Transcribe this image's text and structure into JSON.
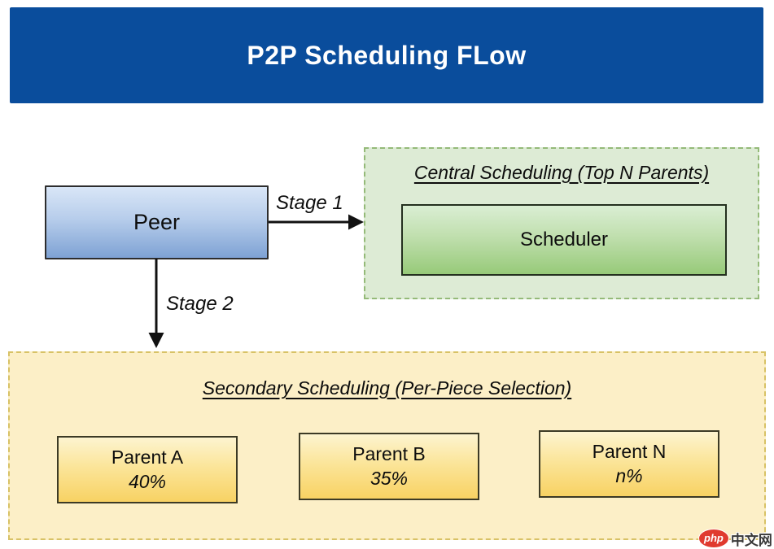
{
  "header": {
    "title": "P2P Scheduling FLow",
    "bg_color": "#0a4d9c",
    "text_color": "#ffffff"
  },
  "flow": {
    "peer_label": "Peer",
    "stage1_label": "Stage 1",
    "stage2_label": "Stage 2",
    "peer_gradient_top": "#d9e6f7",
    "peer_gradient_bottom": "#7ea2d4",
    "arrow_color": "#111111"
  },
  "central_scheduling": {
    "title": "Central Scheduling (Top N Parents)",
    "scheduler_label": "Scheduler",
    "bg_color": "#ddebd5",
    "border_color": "#94ba78",
    "node_gradient_top": "#daeed4",
    "node_gradient_bottom": "#97ca79"
  },
  "secondary_scheduling": {
    "title": "Secondary Scheduling (Per-Piece Selection)",
    "bg_color": "#fcefc7",
    "border_color": "#d8c266",
    "node_gradient_top": "#fdf4d0",
    "node_gradient_bottom": "#f8d263",
    "parents": [
      {
        "name": "Parent A",
        "share": "40%"
      },
      {
        "name": "Parent B",
        "share": "35%"
      },
      {
        "name": "Parent N",
        "share": "n%"
      }
    ]
  },
  "watermark": {
    "badge_text": "php",
    "site_text": "中文网",
    "badge_color": "#e03a2f"
  }
}
